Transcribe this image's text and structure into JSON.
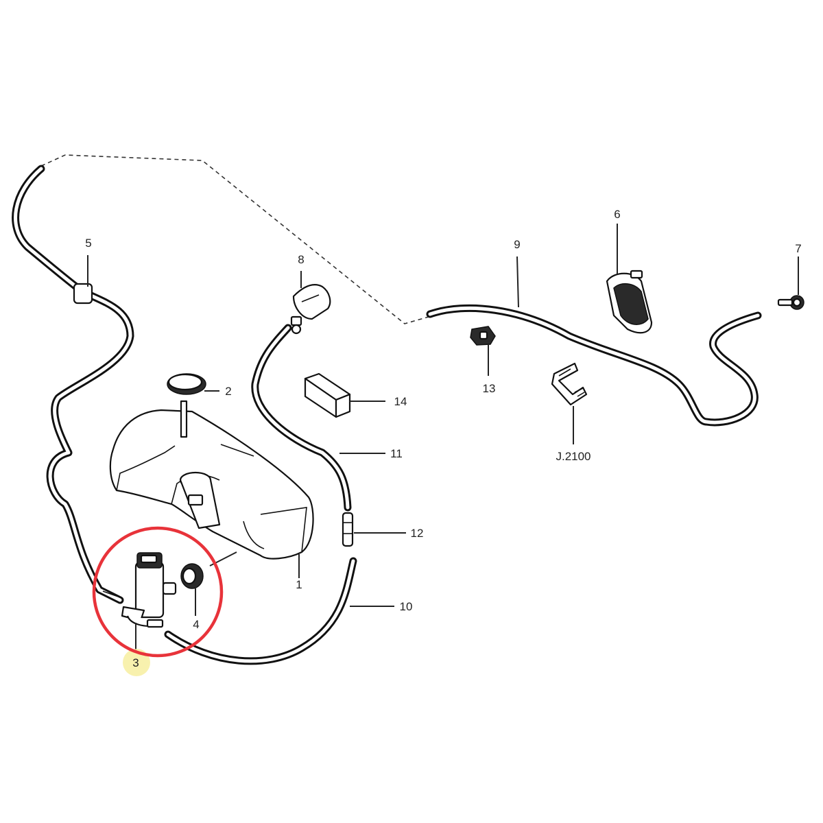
{
  "callouts": {
    "c1": "1",
    "c2": "2",
    "c3": "3",
    "c4": "4",
    "c5": "5",
    "c6": "6",
    "c7": "7",
    "c8": "8",
    "c9": "9",
    "c10": "10",
    "c11": "11",
    "c12": "12",
    "c13": "13",
    "c14": "14",
    "j2100": "J.2100"
  },
  "colors": {
    "highlight_ring": "#e8333a",
    "callout_highlight": "#f7eea0",
    "line": "#111111"
  }
}
